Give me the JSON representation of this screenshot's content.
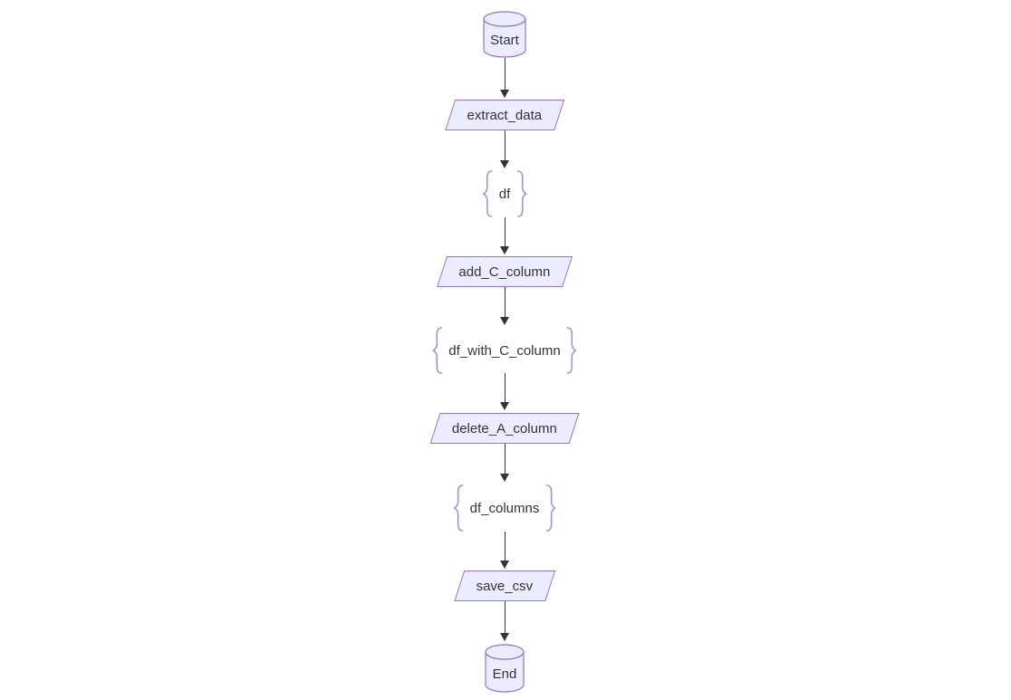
{
  "diagram": {
    "type": "flowchart",
    "direction": "top-down",
    "nodes": [
      {
        "id": "start",
        "label": "Start",
        "shape": "cylinder"
      },
      {
        "id": "extract_data",
        "label": "extract_data",
        "shape": "parallelogram"
      },
      {
        "id": "df",
        "label": "df",
        "shape": "braces"
      },
      {
        "id": "add_C_column",
        "label": "add_C_column",
        "shape": "parallelogram"
      },
      {
        "id": "df_with_C_column",
        "label": "df_with_C_column",
        "shape": "braces"
      },
      {
        "id": "delete_A_column",
        "label": "delete_A_column",
        "shape": "parallelogram"
      },
      {
        "id": "df_columns",
        "label": "df_columns",
        "shape": "braces"
      },
      {
        "id": "save_csv",
        "label": "save_csv",
        "shape": "parallelogram"
      },
      {
        "id": "end",
        "label": "End",
        "shape": "cylinder"
      }
    ],
    "edges": [
      {
        "from": "start",
        "to": "extract_data"
      },
      {
        "from": "extract_data",
        "to": "df"
      },
      {
        "from": "df",
        "to": "add_C_column"
      },
      {
        "from": "add_C_column",
        "to": "df_with_C_column"
      },
      {
        "from": "df_with_C_column",
        "to": "delete_A_column"
      },
      {
        "from": "delete_A_column",
        "to": "df_columns"
      },
      {
        "from": "df_columns",
        "to": "save_csv"
      },
      {
        "from": "save_csv",
        "to": "end"
      }
    ],
    "colors": {
      "node_fill": "#ECECFF",
      "node_stroke": "#9370DB",
      "brace_stroke": "#a98ddd",
      "edge": "#333333",
      "text": "#333333"
    }
  }
}
